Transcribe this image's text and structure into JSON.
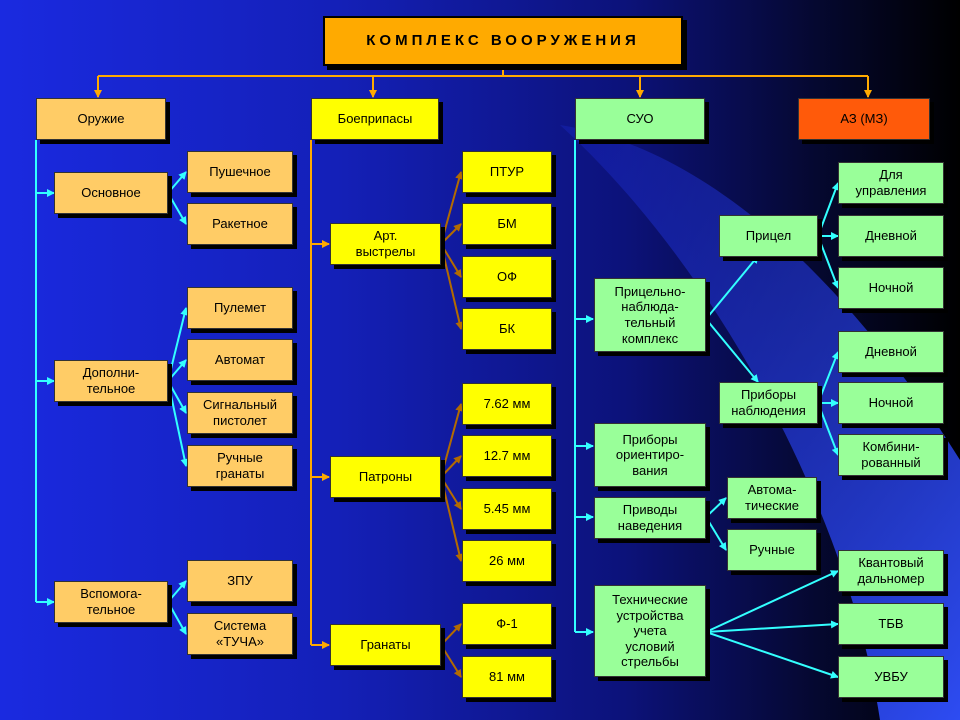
{
  "title": "КОМПЛЕКС ВООРУЖЕНИЯ",
  "weapons": {
    "header": "Оружие",
    "main": "Основное",
    "main_items": [
      "Пушечное",
      "Ракетное"
    ],
    "additional": "Дополни-\nтельное",
    "additional_items": [
      "Пулемет",
      "Автомат",
      "Сигнальный\nпистолет",
      "Ручные\nгранаты"
    ],
    "auxiliary": "Вспомога-\nтельное",
    "auxiliary_items": [
      "ЗПУ",
      "Система\n«ТУЧА»"
    ]
  },
  "ammo": {
    "header": "Боеприпасы",
    "art": "Арт.\nвыстрелы",
    "art_items": [
      "ПТУР",
      "БМ",
      "ОФ",
      "БК"
    ],
    "cartridges": "Патроны",
    "cartridge_items": [
      "7.62 мм",
      "12.7 мм",
      "5.45 мм",
      "26 мм"
    ],
    "grenades": "Гранаты",
    "grenade_items": [
      "Ф-1",
      "81 мм"
    ]
  },
  "fcs": {
    "header": "СУО",
    "sight_complex": "Прицельно-\nнаблюда-\nтельный\nкомплекс",
    "sight": "Прицел",
    "sight_items": [
      "Для\nуправления",
      "Дневной",
      "Ночной"
    ],
    "observation": "Приборы\nнаблюдения",
    "observation_items": [
      "Дневной",
      "Ночной",
      "Комбини-\nрованный"
    ],
    "orientation": "Приборы\nориентиро-\nвания",
    "drives": "Приводы\nнаведения",
    "drive_items": [
      "Автома-\nтические",
      "Ручные"
    ],
    "tech": "Технические\nустройства\nучета\nусловий\nстрельбы",
    "tech_items": [
      "Квантовый\nдальномер",
      "ТБВ",
      "УВБУ"
    ]
  },
  "protection": {
    "header": "АЗ (МЗ)"
  },
  "colors": {
    "title": "#ffaa00",
    "weapons": "#ffcc66",
    "ammo": "#ffff00",
    "fcs": "#99ff99",
    "protection": "#ff5a0a",
    "orange_connector": "#ffaa00",
    "brown_connector": "#b36b00",
    "cyan_connector": "#33ffff"
  }
}
